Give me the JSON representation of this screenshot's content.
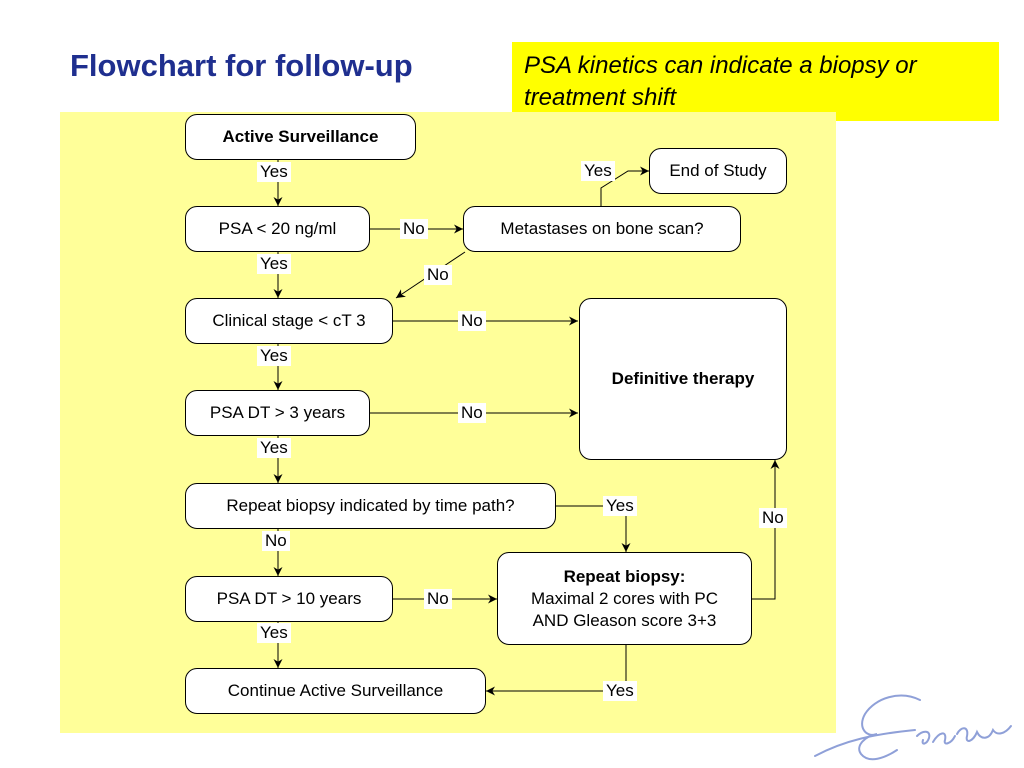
{
  "title": "Flowchart for follow-up",
  "callout": "PSA kinetics can indicate a biopsy or treatment shift",
  "nodes": {
    "active_surveillance": "Active Surveillance",
    "end_of_study": "End of Study",
    "psa_20": "PSA < 20 ng/ml",
    "metastases": "Metastases on bone scan?",
    "clinical_stage": "Clinical stage < cT 3",
    "definitive_therapy": "Definitive therapy",
    "psa_dt_3": "PSA DT > 3 years",
    "repeat_biopsy_q": "Repeat biopsy indicated by time path?",
    "psa_dt_10": "PSA DT > 10 years",
    "repeat_biopsy_title": "Repeat biopsy:",
    "repeat_biopsy_line1": "Maximal 2 cores with PC",
    "repeat_biopsy_line2": "AND Gleason score 3+3",
    "continue_as": "Continue Active Surveillance"
  },
  "edge_labels": {
    "as_to_psa20": "Yes",
    "psa20_to_meta": "No",
    "meta_to_end": "Yes",
    "meta_to_stage": "No",
    "psa20_to_stage": "Yes",
    "stage_to_dt": "No",
    "stage_to_dt3": "Yes",
    "dt3_to_dt": "No",
    "dt3_to_rbq": "Yes",
    "rbq_to_rb": "Yes",
    "rb_to_dt": "No",
    "rbq_to_dt10": "No",
    "dt10_to_rb": "No",
    "dt10_to_cas": "Yes",
    "rb_to_cas": "Yes"
  },
  "colors": {
    "title": "#1f2f8f",
    "callout_bg": "#ffff00",
    "panel_bg": "#ffff99",
    "logo": "#8fa0d8"
  },
  "logo_icon": "erasmus-signature-logo",
  "logo_text": "Erasmus"
}
